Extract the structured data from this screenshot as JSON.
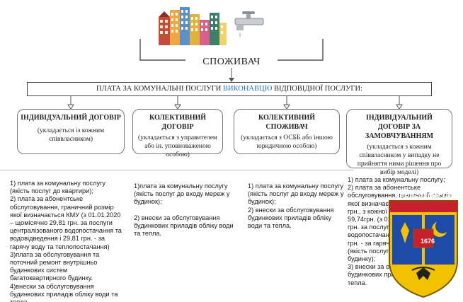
{
  "consumer": {
    "label": "СПОЖИВАЧ"
  },
  "payment_bar": {
    "text_before": "ПЛАТА ЗА КОМУНАЛЬНІ ПОСЛУГИ ",
    "text_accent": "ВИКОНАВЦЮ",
    "text_after": " ВІДПОВІДНОЇ ПОСЛУГИ:"
  },
  "contracts": [
    {
      "title": "ІНДИВІДУАЛЬНИЙ ДОГОВІР",
      "desc": "(укладається із кожним співвласником)"
    },
    {
      "title": "КОЛЕКТИВНИЙ ДОГОВІР",
      "desc": "(укладається з управителем або ін. уповноваженою особою)"
    },
    {
      "title": "КОЛЕКТИВНИЙ СПОЖИВАЧ",
      "desc": "(укладається з ОСББ або іншою юридичною особою)"
    },
    {
      "title": "ІНДИВІДУАЛЬНИЙ ДОГОВІР ЗА ЗАМОВЧУВАННЯМ",
      "desc": "(укладається з кожним співвласником у випадку не прийняття ними рішення про вибір моделі)"
    }
  ],
  "lists": {
    "individual": "1) плата за комунальну послугу (якість послуг до квартири);\n2) плата за абонентське обслуговування, граничний розмір якої визначається КМУ (з 01.01.2020 – щомісячно 29,81 грн. за послуги централізованого водопостачання та водовідведення  і 29,81 грн. - за гарячу воду та теплопостачання)\n3)плата за обслуговування та поточний ремонт внутрішньо будинкових систем багатоквартирного будинку.\n4)внески за обслуговування будинкових приладів обліку води та тепла.",
    "collective": "1)плата за комунальну послугу (якість послуг до входу мереж у будинок);\n\n2) внески за обслуговування будинкових приладів обліку води та тепла.",
    "consumer": "1) плата за комунальну послугу (якість послуг до входу мереж у будинок);\n2) внески за обслуговування будинкових приладів обліку води та тепла.",
    "default": "1) плата за комунальну послугу;\n2) плата за абонентське обслуговування, граничний розмір якої визначається КМУ\nгрн., з кожної квартири щомісячно 59,74грн. (з 01.0\nгрн. за послуги ц\nводопостачання т\nгрн. - за гарячу во\n(якість послуг до\nбудинку);\n3) внески за об\nбудинкових при\nтепла."
  },
  "emblem": {
    "label": "ПЕРВОМАЙСЬК",
    "year": "1676"
  },
  "colors": {
    "accent": "#2a6fb4",
    "emblem_blue": "#1e4aa8",
    "emblem_yellow": "#f2c200",
    "emblem_red": "#c8202a"
  },
  "icons": [
    "houses-icon",
    "water-tap-icon",
    "city-emblem"
  ]
}
